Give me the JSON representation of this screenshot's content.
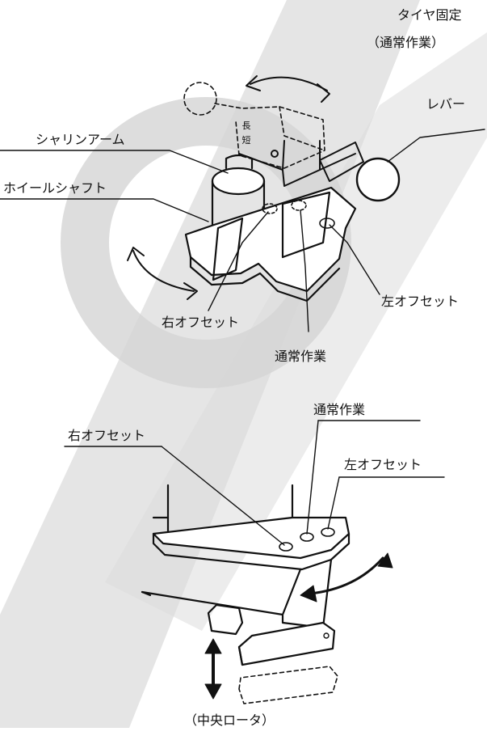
{
  "labels": {
    "tire_fix": "タイヤ固定",
    "normal_work_paren": "（通常作業）",
    "lever": "レバー",
    "shaline_arm": "シャリンアーム",
    "wheel_shaft": "ホイールシャフト",
    "left_offset_top": "左オフセット",
    "right_offset_top": "右オフセット",
    "normal_work_top": "通常作業",
    "normal_work_bottom": "通常作業",
    "right_offset_bottom": "右オフセット",
    "left_offset_bottom": "左オフセット",
    "center_rotor": "（中央ロータ）",
    "long": "長",
    "short": "短"
  },
  "watermark": {
    "color": "#dcdcdc",
    "shape": "ok-checkmark-logo"
  }
}
